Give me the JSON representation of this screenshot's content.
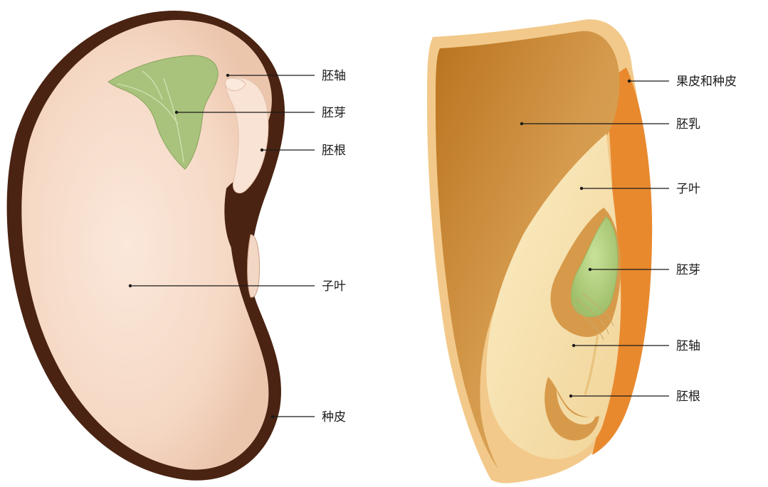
{
  "bean": {
    "labels": {
      "hypocotyl": "胚轴",
      "plumule": "胚芽",
      "radicle": "胚根",
      "cotyledon": "子叶",
      "seed_coat": "种皮"
    }
  },
  "corn": {
    "labels": {
      "pericarp_seed_coat": "果皮和种皮",
      "endosperm": "胚乳",
      "cotyledon": "子叶",
      "plumule": "胚芽",
      "hypocotyl": "胚轴",
      "radicle": "胚根"
    }
  },
  "colors": {
    "bean_coat": "#4a2312",
    "bean_flesh": "#f6dccb",
    "bean_plumule": "#a9c27c",
    "corn_endosperm": "#c98a3c",
    "corn_rim": "#f2c98a",
    "corn_side": "#e8892e",
    "corn_cotyledon": "#f7e0a8",
    "corn_plumule": "#b7d48a",
    "corn_cavity": "#d79a4a"
  }
}
